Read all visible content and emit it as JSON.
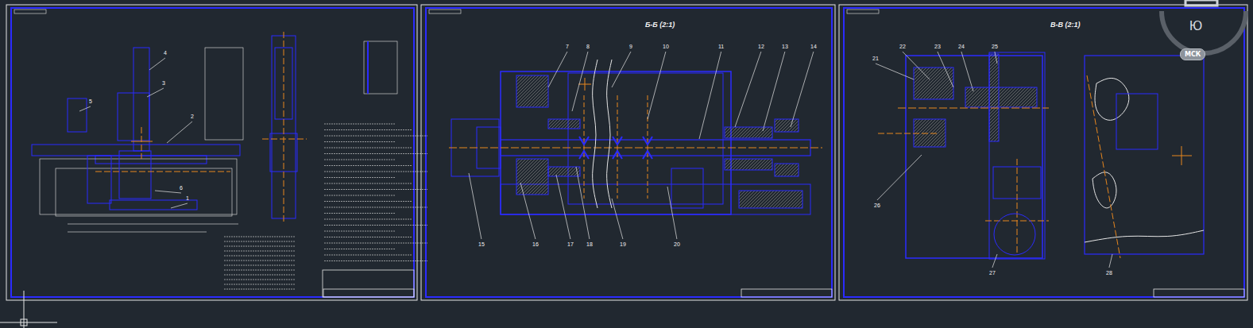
{
  "diagram": {
    "nodes": [
      {
        "text": [
          "МСК"
        ]
      }
    ],
    "labels": [
      "Б-Б (2:1)",
      "В-В (2:1)",
      "Ю",
      "1",
      "2",
      "3",
      "4",
      "5",
      "6",
      "7",
      "8",
      "9",
      "10",
      "11",
      "12",
      "13",
      "14",
      "15",
      "16",
      "17",
      "18",
      "19",
      "20",
      "21",
      "22",
      "23",
      "24",
      "25",
      "26",
      "27",
      "28"
    ]
  }
}
